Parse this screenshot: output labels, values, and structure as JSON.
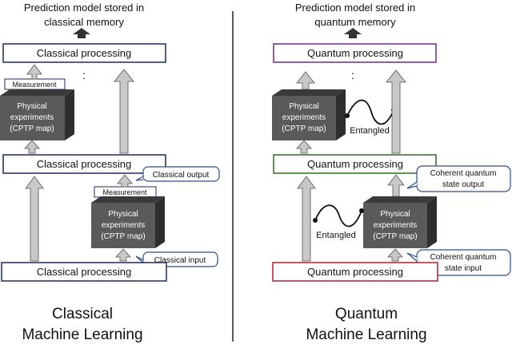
{
  "left": {
    "top_note_line1": "Prediction model stored in",
    "top_note_line2": "classical memory",
    "top_box": "Classical processing",
    "mid_box": "Classical processing",
    "bottom_box": "Classical processing",
    "measurement_label": "Measurement",
    "measurement_label_2": "Measurement",
    "exp_line1": "Physical",
    "exp_line2": "experiments",
    "exp_line3": "(CPTP map)",
    "output_callout": "Classical output",
    "input_callout": "Classical input",
    "dots": ":",
    "caption_line1": "Classical",
    "caption_line2": "Machine Learning"
  },
  "right": {
    "top_note_line1": "Prediction model stored in",
    "top_note_line2": "quantum memory",
    "top_box": "Quantum processing",
    "mid_box": "Quantum processing",
    "bottom_box": "Quantum processing",
    "exp_line1": "Physical",
    "exp_line2": "experiments",
    "exp_line3": "(CPTP map)",
    "entangled_top": "Entangled",
    "entangled_bottom": "Entangled",
    "output_callout_line1": "Coherent quantum",
    "output_callout_line2": "state output",
    "input_callout_line1": "Coherent quantum",
    "input_callout_line2": "state input",
    "dots": ":",
    "caption_line1": "Quantum",
    "caption_line2": "Machine Learning"
  },
  "colors": {
    "classical_box": "#1f2a5a",
    "quantum_top": "#6a2b8a",
    "quantum_mid": "#2e6b1f",
    "quantum_bottom": "#b01e2e",
    "callout_border": "#2a4f85",
    "arrow_fill": "#c8c8c8",
    "cube_front": "#5a5a5a",
    "cube_top": "#3a3a3a",
    "cube_side": "#2e2e2e"
  }
}
